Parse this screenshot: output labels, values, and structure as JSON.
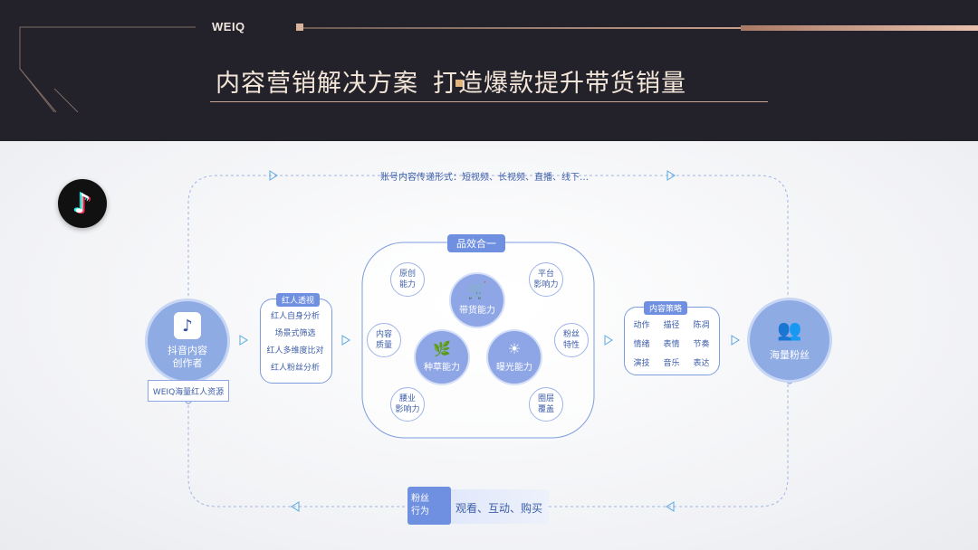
{
  "header": {
    "brand": "WEIQ",
    "title_part1": "内容营销解决方案",
    "title_part2": "打造爆款提升带货销量"
  },
  "top_caption": "账号内容传递形式：短视频、长视频、直播、线下…",
  "creator": {
    "label_line1": "抖音内容",
    "label_line2": "创作者",
    "resource_label": "WEIQ海量红人资源"
  },
  "influencer_panel": {
    "tag": "红人透视",
    "items": [
      "红人自身分析",
      "场景式筛选",
      "红人多维度比对",
      "红人粉丝分析"
    ]
  },
  "integration": {
    "tag": "品效合一",
    "rings": [
      {
        "line1": "原创",
        "line2": "能力"
      },
      {
        "line1": "平台",
        "line2": "影响力"
      },
      {
        "line1": "内容",
        "line2": "质量"
      },
      {
        "line1": "粉丝",
        "line2": "特性"
      },
      {
        "line1": "腰业",
        "line2": "影响力"
      },
      {
        "line1": "圈层",
        "line2": "覆盖"
      }
    ],
    "core": [
      {
        "label": "带货能力",
        "icon": "cart-icon"
      },
      {
        "label": "种草能力",
        "icon": "grass-icon"
      },
      {
        "label": "曝光能力",
        "icon": "sun-icon"
      }
    ]
  },
  "strategy_panel": {
    "tag": "内容策略",
    "items": [
      "动作",
      "描径",
      "陈凋",
      "情绪",
      "表情",
      "节奏",
      "演技",
      "音乐",
      "表达"
    ]
  },
  "fans": {
    "label": "海量粉丝"
  },
  "bottom": {
    "tag_line1": "粉丝",
    "tag_line2": "行为",
    "text": "观看、互动、购买"
  }
}
